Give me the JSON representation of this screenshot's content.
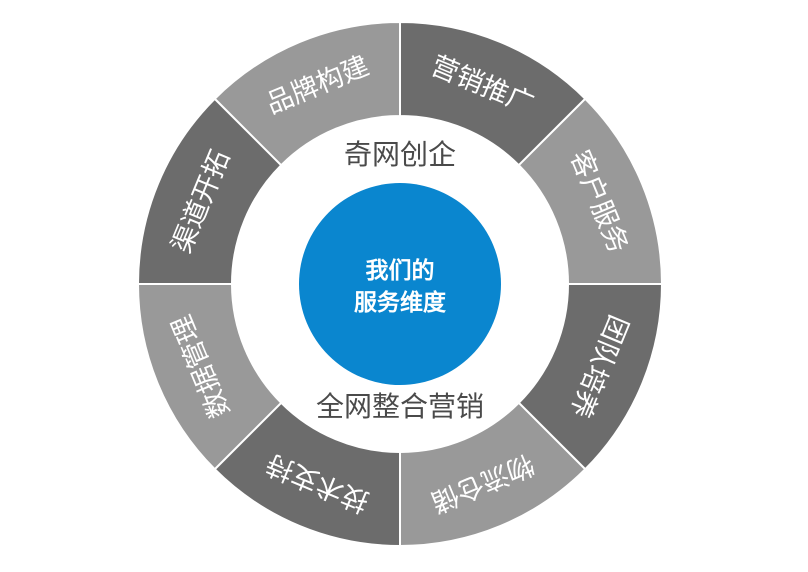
{
  "diagram": {
    "center": {
      "line1": "我们的",
      "line2": "服务维度",
      "color": "#0a86cf",
      "text_color": "#ffffff"
    },
    "inner_ring": {
      "top_text": "奇网创企",
      "bottom_text": "全网整合营销",
      "text_color": "#4a4a4a",
      "bg_color": "#ffffff"
    },
    "outer_ring": {
      "segments": [
        {
          "label": "营销推广",
          "color": "#6c6c6c"
        },
        {
          "label": "客户服务",
          "color": "#999999"
        },
        {
          "label": "团队培养",
          "color": "#6c6c6c"
        },
        {
          "label": "物流仓储",
          "color": "#999999"
        },
        {
          "label": "技术支持",
          "color": "#6c6c6c"
        },
        {
          "label": "数据管理",
          "color": "#999999"
        },
        {
          "label": "渠道开拓",
          "color": "#6c6c6c"
        },
        {
          "label": "品牌构建",
          "color": "#999999"
        }
      ],
      "label_color": "#ffffff",
      "separator_color": "#ffffff"
    }
  }
}
